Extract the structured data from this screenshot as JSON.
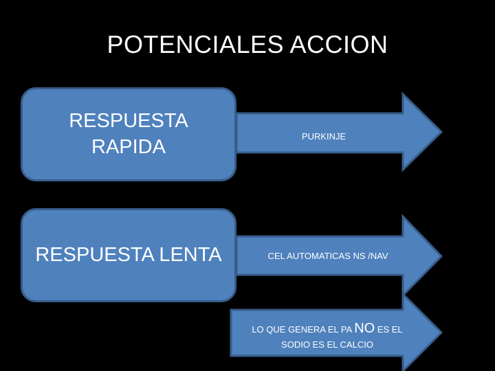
{
  "slide": {
    "title": "POTENCIALES ACCION",
    "boxes": [
      {
        "label": "RESPUESTA RAPIDA"
      },
      {
        "label": "RESPUESTA LENTA"
      }
    ],
    "arrows": [
      {
        "label": "PURKINJE"
      },
      {
        "label": "CEL AUTOMATICAS  NS /NAV"
      },
      {
        "label_before": "LO QUE GENERA EL PA",
        "label_emphasis": "NO",
        "label_after": "ES EL",
        "label_line2": "SODIO ES EL CALCIO"
      }
    ]
  },
  "colors": {
    "background": "#000000",
    "fill": "#4f81bd",
    "outline": "#385d8a",
    "text": "#ffffff"
  }
}
